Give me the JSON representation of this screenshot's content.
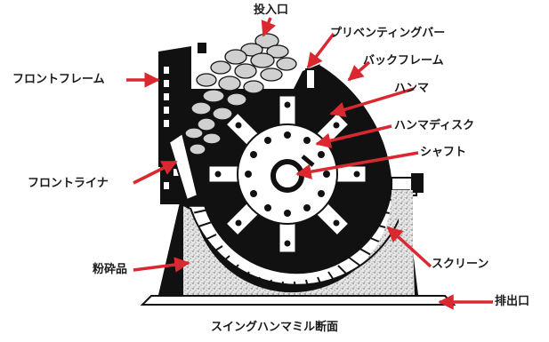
{
  "labels": {
    "inlet": "投入口",
    "preventing_bar": "プリベンティングバー",
    "back_frame": "バックフレーム",
    "hammer": "ハンマ",
    "front_frame": "フロントフレーム",
    "hammer_disc": "ハンマディスク",
    "shaft": "シャフト",
    "front_liner": "フロントライナ",
    "crushed_product": "粉砕品",
    "screen": "スクリーン",
    "outlet": "排出口"
  },
  "caption": "スイングハンマミル断面",
  "colors": {
    "arrow": "#d9282f",
    "body": "#111111",
    "disc": "#ffffff",
    "speckle": "#d9d9d9"
  }
}
